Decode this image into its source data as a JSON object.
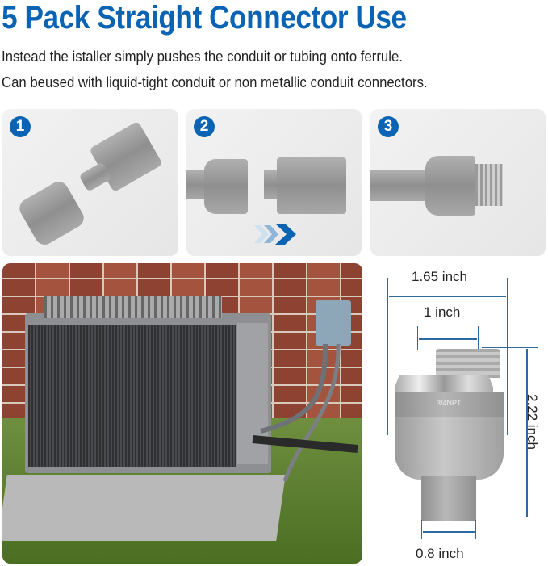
{
  "header": {
    "title": "5 Pack Straight Connector Use",
    "lines": [
      "Instead the istaller simply pushes the conduit or tubing onto ferrule.",
      "Can beused with liquid-tight conduit or  non metallic conduit connectors."
    ]
  },
  "steps": [
    {
      "number": "1",
      "description": "Connector disassembled: cap separated from body"
    },
    {
      "number": "2",
      "description": "Slide cap onto conduit, push onto ferrule"
    },
    {
      "number": "3",
      "description": "Tighten cap onto connector body"
    }
  ],
  "step_arrow_icon": "double-chevron-right",
  "scene": {
    "description": "Outdoor AC condenser unit connected to electrical disconnect box with liquid-tight conduit"
  },
  "dimensions": {
    "overall_width": "1.65 inch",
    "thread_width": "1 inch",
    "height": "2.22 inch",
    "tail_width": "0.8 inch",
    "thread_marking": "3/4NPT"
  },
  "colors": {
    "accent": "#0b64b3",
    "dimension_line": "#2c6aa0",
    "text": "#222222"
  }
}
